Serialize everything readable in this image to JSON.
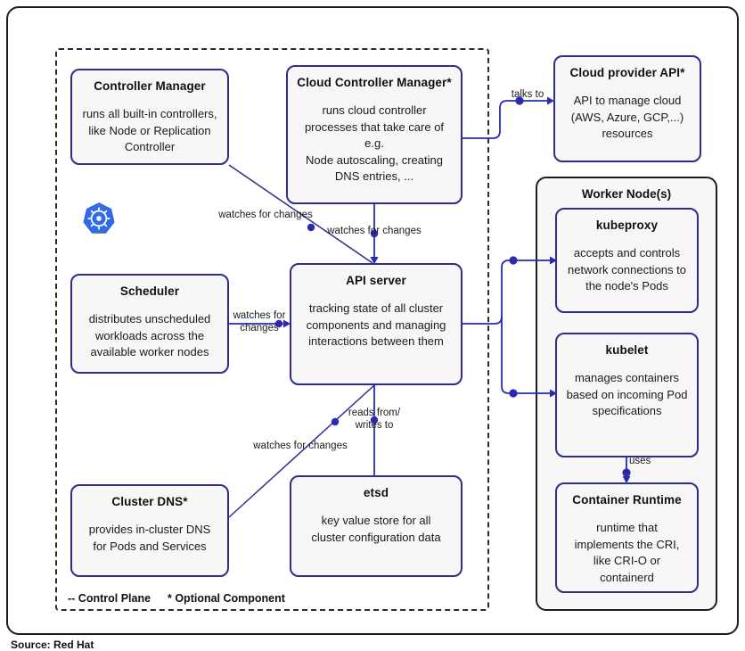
{
  "frame": {
    "source_note": "Source: Red Hat"
  },
  "control_plane": {
    "legend_control_plane": "-- Control Plane",
    "legend_optional": "* Optional Component",
    "logo_name": "kubernetes-logo"
  },
  "nodes": {
    "controller_manager": {
      "title": "Controller Manager",
      "desc": "runs all built-in controllers,\nlike Node or Replication\nController"
    },
    "cloud_controller_manager": {
      "title": "Cloud Controller Manager*",
      "desc": "runs cloud controller\nprocesses that take care of\ne.g.\nNode autoscaling, creating\nDNS entries, ..."
    },
    "cloud_provider_api": {
      "title": "Cloud provider API*",
      "desc": "API to manage cloud\n(AWS, Azure, GCP,...)\nresources"
    },
    "scheduler": {
      "title": "Scheduler",
      "desc": "distributes unscheduled\nworkloads across the\navailable worker nodes"
    },
    "api_server": {
      "title": "API server",
      "desc": "tracking state of all cluster\ncomponents and managing\ninteractions between them"
    },
    "cluster_dns": {
      "title": "Cluster DNS*",
      "desc": "provides in-cluster DNS\nfor Pods and Services"
    },
    "etcd": {
      "title": "etsd",
      "desc": "key value store for all\ncluster configuration data"
    },
    "worker_node": {
      "title": "Worker Node(s)"
    },
    "kubeproxy": {
      "title": "kubeproxy",
      "desc": "accepts and controls\nnetwork connections to\nthe node's Pods"
    },
    "kubelet": {
      "title": "kubelet",
      "desc": "manages containers\nbased on incoming Pod\nspecifications"
    },
    "container_runtime": {
      "title": "Container Runtime",
      "desc": "runtime that\nimplements the CRI,\nlike CRI-O or\ncontainerd"
    }
  },
  "edges": {
    "talks_to": "talks to",
    "watches_ccm": "watches for changes",
    "watches_cm": "watches for changes",
    "watches_scheduler": "watches for\nchanges",
    "reads_writes": "reads from/\nwrites to",
    "watches_dns": "watches for changes",
    "uses": "uses"
  },
  "colors": {
    "node_border": "#2d2d8f",
    "node_fill": "#f7f7f7",
    "wire": "#2a2ab0",
    "wire_dark": "#2d2d8f",
    "frame": "#1d1d1d",
    "logo_blue": "#326ce5"
  }
}
